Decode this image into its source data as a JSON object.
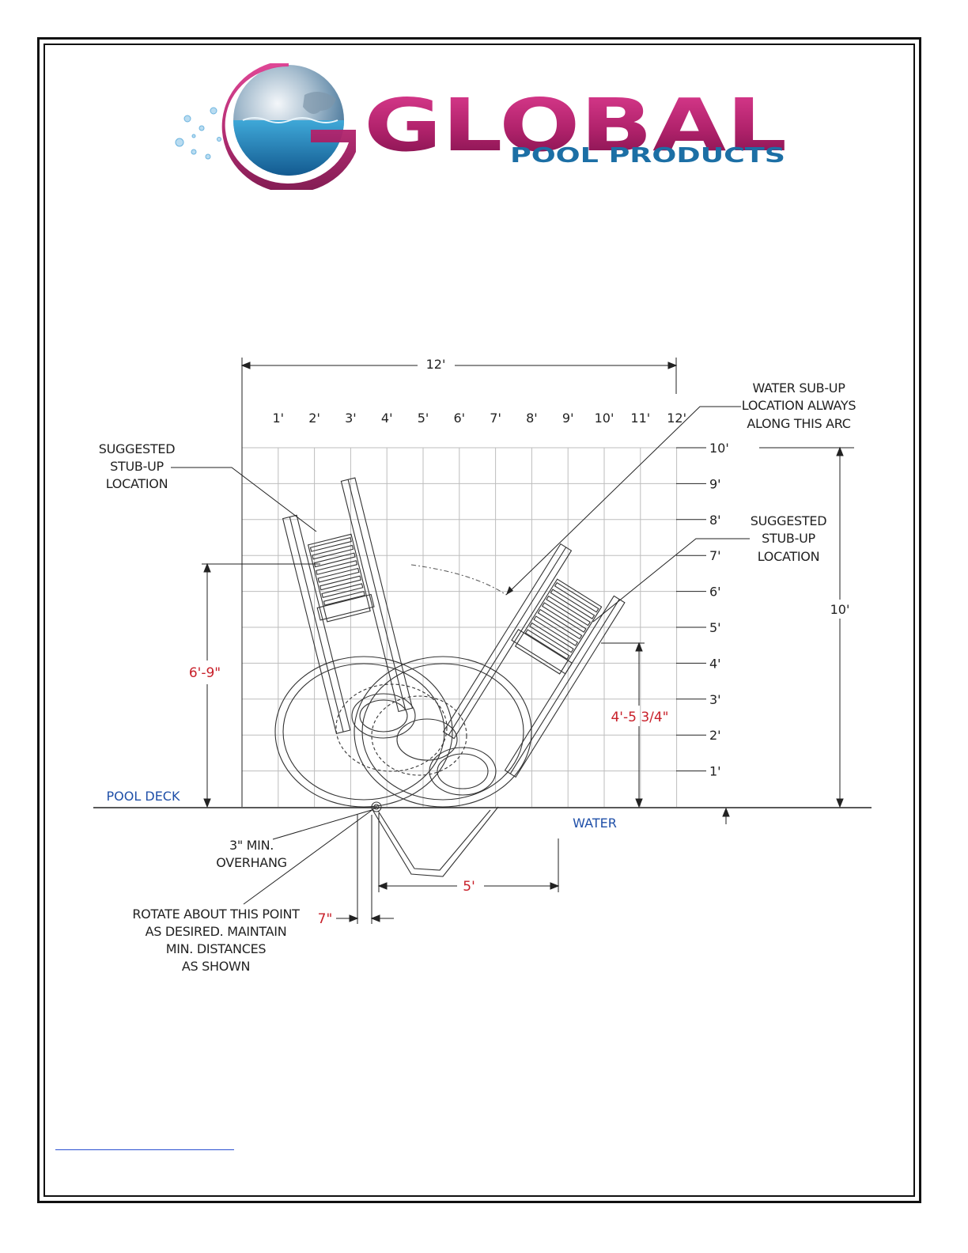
{
  "logo": {
    "brand_word": "GLOBAL",
    "brand_sub": "POOL PRODUCTS",
    "colors": {
      "magenta": "#b0226b",
      "blue": "#1c6fa5"
    }
  },
  "drawing": {
    "overall_width": "12'",
    "overall_height": "10'",
    "top_ticks": [
      "1'",
      "2'",
      "3'",
      "4'",
      "5'",
      "6'",
      "7'",
      "8'",
      "9'",
      "10'",
      "11'",
      "12'"
    ],
    "right_ticks": [
      "10'",
      "9'",
      "8'",
      "7'",
      "6'",
      "5'",
      "4'",
      "3'",
      "2'",
      "1'"
    ],
    "notes": {
      "stub_left": [
        "SUGGESTED",
        "STUB-UP",
        "LOCATION"
      ],
      "stub_right": [
        "SUGGESTED",
        "STUB-UP",
        "LOCATION"
      ],
      "water_arc": [
        "WATER SUB-UP",
        "LOCATION ALWAYS",
        "ALONG THIS ARC"
      ],
      "overhang": [
        "3\" MIN.",
        "OVERHANG"
      ],
      "rotate": [
        "ROTATE ABOUT THIS POINT",
        "AS DESIRED. MAINTAIN",
        "MIN. DISTANCES",
        "AS SHOWN"
      ]
    },
    "dims_red": {
      "left_height": "6'-9\"",
      "right_height": "4'-5 3/4\"",
      "bottom_width": "5'",
      "offset": "7\""
    },
    "labels_blue": {
      "deck": "POOL DECK",
      "water": "WATER"
    },
    "colors": {
      "red": "#c8202a",
      "blue": "#1f4fa8",
      "line": "#222222",
      "grid": "#bdbdbd"
    }
  }
}
